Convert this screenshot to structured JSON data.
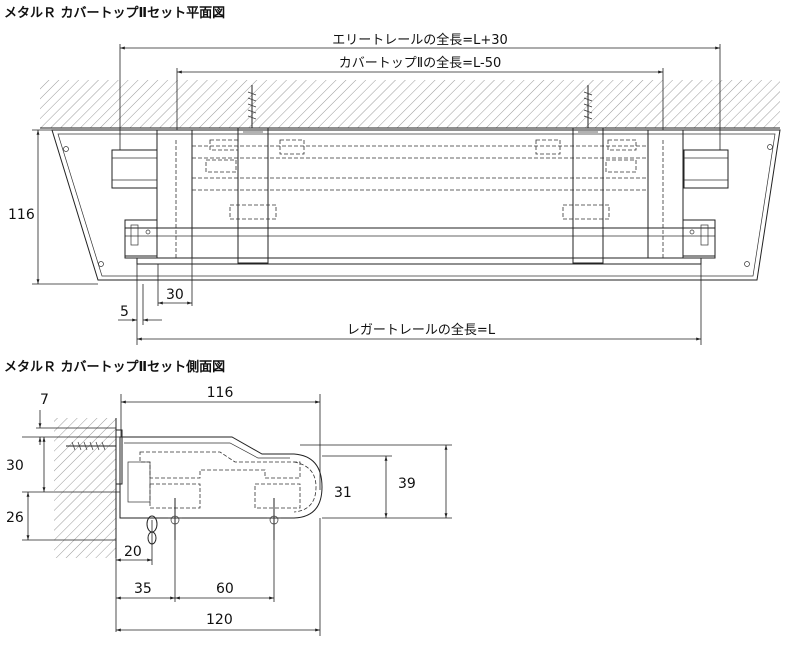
{
  "titles": {
    "plan": "メタルＲ カバートップⅡセット平面図",
    "side": "メタルＲ カバートップⅡセット側面図"
  },
  "plan": {
    "elite_rail_total": "エリートレールの全長=L+30",
    "cover_top_total": "カバートップⅡの全長=L-50",
    "legato_rail_total": "レガートレールの全長=L",
    "dim_116": "116",
    "dim_30": "30",
    "dim_5": "5"
  },
  "side": {
    "dim_116": "116",
    "dim_7": "7",
    "dim_30": "30",
    "dim_26": "26",
    "dim_31": "31",
    "dim_39": "39",
    "dim_20": "20",
    "dim_35": "35",
    "dim_60": "60",
    "dim_120": "120"
  }
}
